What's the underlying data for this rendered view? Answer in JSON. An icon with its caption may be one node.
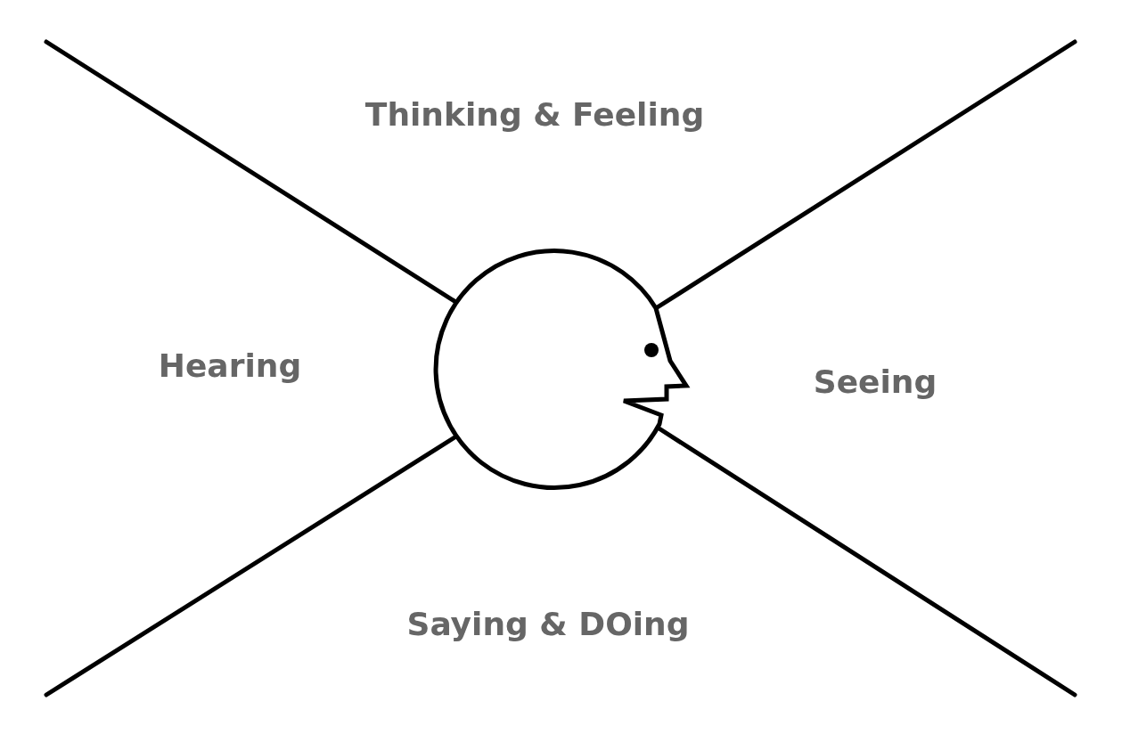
{
  "diagram": {
    "labels": [
      "Thinking & Feeling",
      "Hearing",
      "Seeing",
      "Saying & DOing"
    ]
  }
}
